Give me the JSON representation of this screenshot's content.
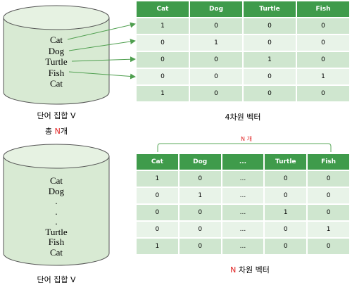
{
  "top": {
    "words": [
      "Cat",
      "Dog",
      "Turtle",
      "Fish",
      "Cat"
    ],
    "caption_line1": "단어 집합 V",
    "caption_line2_prefix": "총 ",
    "caption_line2_n": "N",
    "caption_line2_suffix": "개",
    "table_caption": "4차원 벡터",
    "table": {
      "headers": [
        "Cat",
        "Dog",
        "Turtle",
        "Fish"
      ],
      "rows": [
        [
          "1",
          "0",
          "0",
          "0"
        ],
        [
          "0",
          "1",
          "0",
          "0"
        ],
        [
          "0",
          "0",
          "1",
          "0"
        ],
        [
          "0",
          "0",
          "0",
          "1"
        ],
        [
          "1",
          "0",
          "0",
          "0"
        ]
      ]
    }
  },
  "bottom": {
    "words": [
      "Cat",
      "Dog",
      ".",
      ".",
      ".",
      "Turtle",
      "Fish",
      "Cat"
    ],
    "caption": "단어 집합 V",
    "brace_label": "N 개",
    "table_caption_n": "N",
    "table_caption_suffix": " 차원 벡터",
    "table": {
      "headers": [
        "Cat",
        "Dog",
        "...",
        "Turtle",
        "Fish"
      ],
      "rows": [
        [
          "1",
          "0",
          "...",
          "0",
          "0"
        ],
        [
          "0",
          "1",
          "...",
          "0",
          "0"
        ],
        [
          "0",
          "0",
          "...",
          "1",
          "0"
        ],
        [
          "0",
          "0",
          "...",
          "0",
          "1"
        ],
        [
          "1",
          "0",
          "...",
          "0",
          "0"
        ]
      ]
    }
  },
  "colors": {
    "cylinder_fill": "#d8ead3",
    "cylinder_stroke": "#555555",
    "arrow": "#4f9f4f",
    "header_green": "#3f9b4b",
    "row_dark": "#cfe6cf",
    "row_light": "#e8f3e8",
    "accent_red": "#e02020"
  }
}
